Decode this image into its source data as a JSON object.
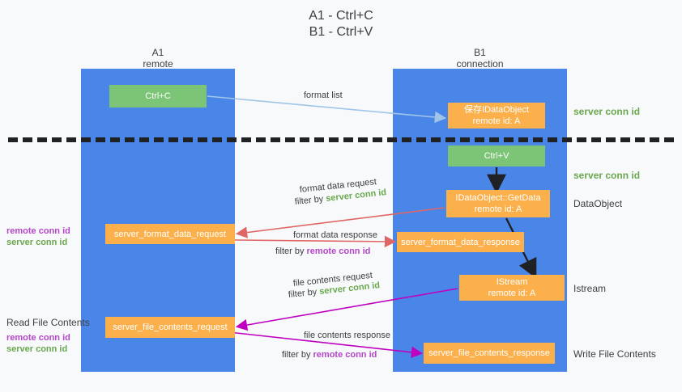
{
  "title": {
    "line1": "A1 - Ctrl+C",
    "line2": "B1 - Ctrl+V"
  },
  "columns": [
    {
      "id": "a1",
      "name": "A1",
      "role": "remote",
      "color": "#4a86e8"
    },
    {
      "id": "b1",
      "name": "B1",
      "role": "connection",
      "color": "#4a86e8"
    }
  ],
  "colors": {
    "lane": "#4a86e8",
    "green_node": "#7cc576",
    "orange_node": "#fbb04c",
    "server_conn_id": "#6aa84f",
    "remote_conn_id": "#b446c8",
    "format_arrow": "#e06666",
    "file_arrow": "#c000c0",
    "copy_arrow": "#9fc5e8",
    "flow_arrow": "#202124",
    "background": "#f8f9fa",
    "text": "#3c4043"
  },
  "nodes": {
    "ctrl_c": {
      "label": "Ctrl+C",
      "kind": "green"
    },
    "save_idataobject": {
      "label": "保存IDataObject",
      "sub": "remote id: A",
      "kind": "orange"
    },
    "ctrl_v": {
      "label": "Ctrl+V",
      "kind": "green"
    },
    "getdata": {
      "label": "IDataObject::GetData",
      "sub": "remote id: A",
      "kind": "orange"
    },
    "format_data_request": {
      "label": "server_format_data_request",
      "kind": "orange"
    },
    "format_data_response": {
      "label": "server_format_data_response",
      "kind": "orange"
    },
    "istream": {
      "label": "IStream",
      "sub": "remote id: A",
      "kind": "orange"
    },
    "file_contents_request": {
      "label": "server_file_contents_request",
      "kind": "orange"
    },
    "file_contents_response": {
      "label": "server_file_contents_response",
      "kind": "orange"
    }
  },
  "edge_labels": {
    "format_list": "format list",
    "format_data_request": "format data request",
    "format_data_request_filter_prefix": "filter by ",
    "format_data_request_filter_value": "server conn id",
    "format_data_response": "format data response",
    "format_data_response_filter_prefix": "filter by ",
    "format_data_response_filter_value": "remote conn id",
    "file_contents_request": "file contents request",
    "file_contents_request_filter_prefix": "filter by ",
    "file_contents_request_filter_value": "server conn id",
    "file_contents_response": "file contents response",
    "file_contents_response_filter_prefix": "filter by ",
    "file_contents_response_filter_value": "remote conn id"
  },
  "right_labels": {
    "server_conn_id_top": "server conn id",
    "server_conn_id_mid": "server conn id",
    "dataobject": "DataObject",
    "istream": "Istream",
    "write_file_contents": "Write File Contents"
  },
  "left_labels": {
    "ids_upper": {
      "remote": "remote conn id",
      "server": "server conn id"
    },
    "read_file_contents": "Read File Contents",
    "ids_lower": {
      "remote": "remote conn id",
      "server": "server conn id"
    }
  }
}
